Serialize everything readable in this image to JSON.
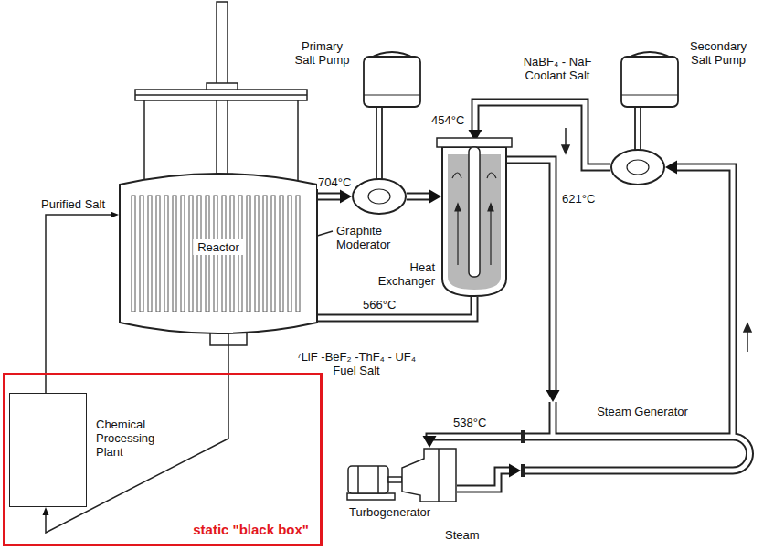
{
  "diagram": {
    "nodes": [
      {
        "text": [
          "Primary Salt Pump"
        ]
      },
      {
        "text": [
          "Secondary Salt Pump"
        ]
      },
      {
        "text": [
          "Reactor"
        ]
      },
      {
        "text": [
          "Heat Exchanger"
        ]
      },
      {
        "text": [
          "Steam Generator"
        ]
      },
      {
        "text": [
          "static \"black box\""
        ]
      },
      {
        "text": [
          "Chemical Processing Plant"
        ],
        "in": 5
      },
      {
        "text": [
          "Turbogenerator"
        ]
      }
    ],
    "edges": [
      {
        "from": 2,
        "to": 0,
        "arrow": "to",
        "label": "704°C"
      },
      {
        "from": 0,
        "to": 3,
        "arrow": "to"
      },
      {
        "from": 3,
        "to": 2,
        "arrow": "none",
        "label": "566°C"
      },
      {
        "from": 2,
        "to": 6,
        "arrow": "to"
      },
      {
        "from": 6,
        "to": 2,
        "arrow": "to",
        "label": "Purified Salt"
      },
      {
        "from": 1,
        "to": 3,
        "arrow": "to",
        "label": "454°C"
      },
      {
        "from": 3,
        "to": 4,
        "arrow": "to",
        "label": "621°C"
      },
      {
        "from": 4,
        "to": 1,
        "arrow": "to"
      },
      {
        "from": 4,
        "to": 7,
        "arrow": "to",
        "label": "538°C"
      },
      {
        "from": 7,
        "to": 4,
        "arrow": "to"
      }
    ],
    "labels": [
      "Graphite Moderator",
      "NaBF₄ - NaF Coolant Salt",
      "⁷LiF -BeF₂ -ThF₄ - UF₄ Fuel Salt",
      "Steam"
    ]
  }
}
